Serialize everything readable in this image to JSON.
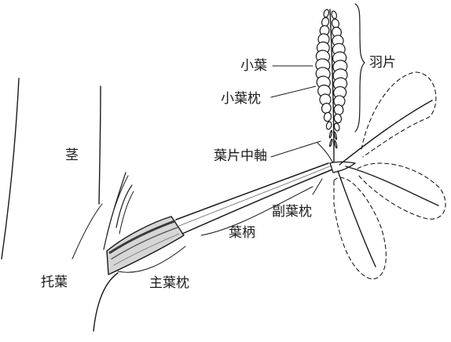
{
  "labels": {
    "leaflet": "小葉",
    "leaflet_pulvinule": "小葉枕",
    "pinna": "羽片",
    "stem": "茎",
    "rachis": "葉片中軸",
    "secondary_pulvinus": "副葉枕",
    "petiole": "葉柄",
    "stipule": "托葉",
    "primary_pulvinus": "主葉枕"
  },
  "colors": {
    "ink": "#1a1a1a",
    "background": "#ffffff"
  }
}
